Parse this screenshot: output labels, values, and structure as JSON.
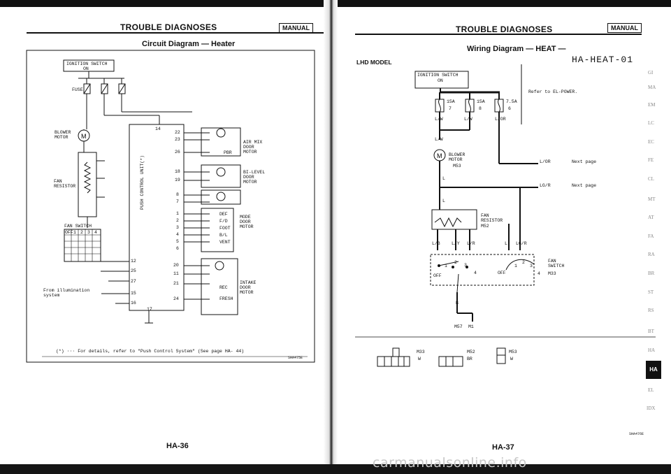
{
  "left_page": {
    "header": "TROUBLE DIAGNOSES",
    "manual_badge": "MANUAL",
    "title": "Circuit Diagram — Heater",
    "ignition_switch": "IGNITION SWITCH",
    "ignition_on": "ON",
    "fuse_label": "FUSE",
    "blower_motor": "BLOWER\nMOTOR",
    "fan_resistor": "FAN\nRESISTOR",
    "fan_switch": "FAN SWITCH",
    "fan_switch_cols": [
      "OFF",
      "1",
      "2",
      "3",
      "4"
    ],
    "push_control_unit": "PUSH CONTROL UNIT(*)",
    "illumination": "From illumination\nsystem",
    "air_mix": "AIR MIX\nDOOR\nMOTOR",
    "pbr": "PBR",
    "bi_level": "BI-LEVEL\nDOOR\nMOTOR",
    "mode_door": "MODE\nDOOR\nMOTOR",
    "mode_positions": [
      "DEF",
      "F/D",
      "FOOT",
      "B/L",
      "VENT"
    ],
    "intake_door": "INTAKE\nDOOR\nMOTOR",
    "intake_positions": [
      "REC",
      "FRESH"
    ],
    "unit_pins": [
      "14",
      "22",
      "23",
      "26",
      "18",
      "19",
      "8",
      "7",
      "1",
      "2",
      "3",
      "4",
      "5",
      "6",
      "20",
      "11",
      "21",
      "24",
      "17",
      "12",
      "25",
      "27",
      "15",
      "16"
    ],
    "footnote": "(*) ··· For details, refer to \"Push Control System\" (See page HA- 44)",
    "figure_id": "SHA475E",
    "page_number": "HA-36"
  },
  "right_page": {
    "header": "TROUBLE DIAGNOSES",
    "manual_badge": "MANUAL",
    "model": "LHD MODEL",
    "title": "Wiring Diagram — HEAT —",
    "diagram_id": "HA-HEAT-01",
    "ignition_switch": "IGNITION SWITCH",
    "ignition_on": "ON",
    "refer_power": "Refer to EL-POWER.",
    "fuses": [
      "15A",
      "15A",
      "7.5A"
    ],
    "fuse_nums": [
      "7",
      "8",
      "6"
    ],
    "wire_lw": "L/W",
    "wire_lor": "L/OR",
    "blower_motor": "BLOWER\nMOTOR",
    "blower_conn": "M53",
    "next_page_1": "L/OR",
    "next_page_2": "LG/R",
    "next_page_text": "Next page",
    "wire_l": "L",
    "fan_resistor": "FAN\nRESISTOR",
    "fan_resistor_conn": "M52",
    "bottom_wires": [
      "L/B",
      "L/Y",
      "L/R",
      "L",
      "LG/R"
    ],
    "fan_switch": "FAN\nSWITCH",
    "fan_switch_conn": "M33",
    "switch_positions": [
      "OFF",
      "1",
      "2",
      "3",
      "4"
    ],
    "ground_wire": "B",
    "grounds": [
      "M57",
      "M1"
    ],
    "conn_labels": [
      "M33",
      "M52",
      "M53"
    ],
    "conn_colors": [
      "W",
      "BR",
      "W"
    ],
    "figure_id": "SHA476E",
    "page_number": "HA-37"
  },
  "side_tabs": [
    "GI",
    "MA",
    "EM",
    "LC",
    "EC",
    "FE",
    "CL",
    "MT",
    "AT",
    "FA",
    "RA",
    "BR",
    "ST",
    "RS",
    "BT",
    "HA",
    "EL",
    "IDX"
  ],
  "active_tab": "HA",
  "watermark": "carmanualsonline.info"
}
